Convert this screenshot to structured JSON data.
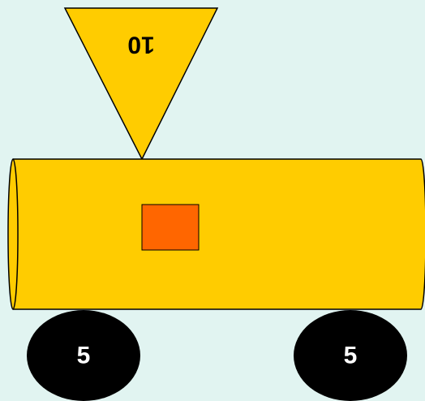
{
  "colors": {
    "background": "#e1f4f1",
    "body": "#ffcc00",
    "body_outline": "#000000",
    "window": "#ff6600",
    "wheel": "#000000",
    "wheel_text": "#ffffff",
    "funnel": "#ffcc00",
    "funnel_text": "#000000"
  },
  "funnel": {
    "shape": "inverted-triangle",
    "label": "10",
    "label_orientation": "upside-down"
  },
  "wheels": [
    {
      "label": "5"
    },
    {
      "label": "5"
    }
  ]
}
